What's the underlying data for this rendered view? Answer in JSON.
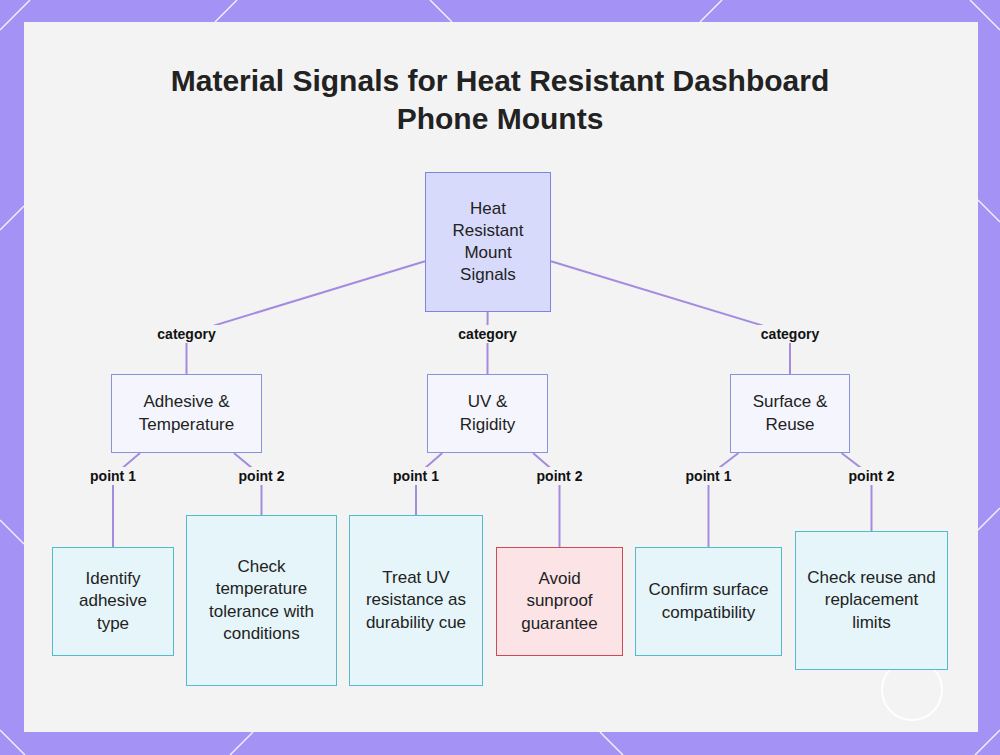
{
  "diagram": {
    "title": "Material Signals for Heat Resistant Dashboard Phone Mounts",
    "nodes": [
      {
        "text": [
          "Heat Resistant Mount Signals"
        ]
      },
      {
        "text": [
          "Adhesive & Temperature"
        ]
      },
      {
        "text": [
          "UV & Rigidity"
        ]
      },
      {
        "text": [
          "Surface & Reuse"
        ]
      },
      {
        "text": [
          "Identify adhesive type"
        ]
      },
      {
        "text": [
          "Check temperature tolerance with conditions"
        ]
      },
      {
        "text": [
          "Treat UV resistance as durability cue"
        ]
      },
      {
        "text": [
          "Avoid sunproof guarantee"
        ]
      },
      {
        "text": [
          "Confirm surface compatibility"
        ]
      },
      {
        "text": [
          "Check reuse and replacement limits"
        ]
      }
    ],
    "edges": [
      {
        "from": 0,
        "to": 1,
        "label": "category",
        "arrow": "none"
      },
      {
        "from": 0,
        "to": 2,
        "label": "category",
        "arrow": "none"
      },
      {
        "from": 0,
        "to": 3,
        "label": "category",
        "arrow": "none"
      },
      {
        "from": 1,
        "to": 4,
        "label": "point 1",
        "arrow": "none"
      },
      {
        "from": 1,
        "to": 5,
        "label": "point 2",
        "arrow": "none"
      },
      {
        "from": 2,
        "to": 6,
        "label": "point 1",
        "arrow": "none"
      },
      {
        "from": 2,
        "to": 7,
        "label": "point 2",
        "arrow": "none"
      },
      {
        "from": 3,
        "to": 8,
        "label": "point 1",
        "arrow": "none"
      },
      {
        "from": 3,
        "to": 9,
        "label": "point 2",
        "arrow": "none"
      }
    ]
  }
}
